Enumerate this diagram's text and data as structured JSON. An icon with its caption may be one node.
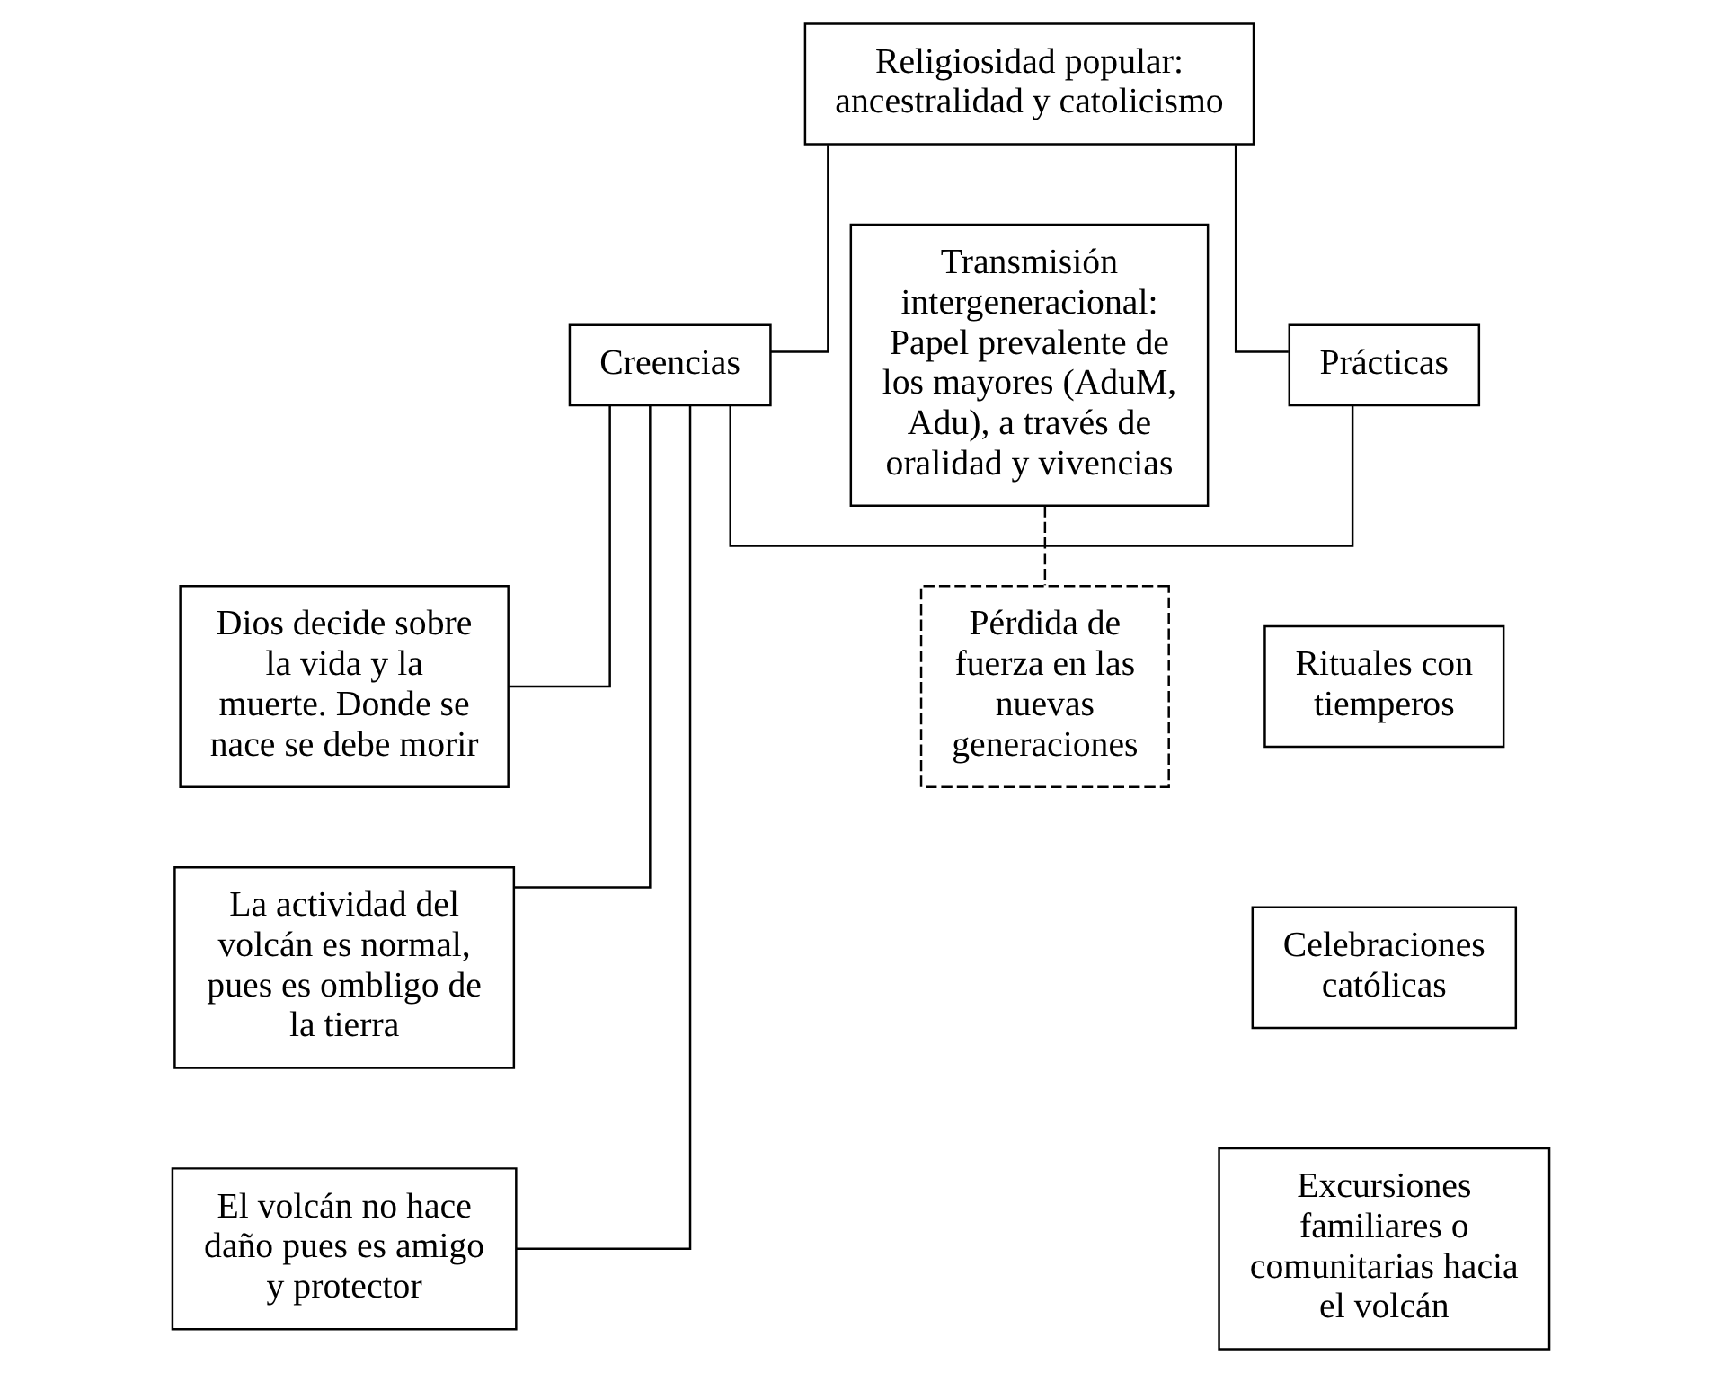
{
  "diagram": {
    "nodes": [
      {
        "text": [
          "Religiosidad popular: ancestralidad y catolicismo"
        ]
      },
      {
        "text": [
          "Creencias"
        ]
      },
      {
        "text": [
          "Transmisión intergeneracional: Papel prevalente de los mayores (AduM, Adu), a través de oralidad y vivencias"
        ]
      },
      {
        "text": [
          "Prácticas"
        ]
      },
      {
        "text": [
          "Dios decide sobre la vida y la muerte. Donde se nace se debe morir"
        ]
      },
      {
        "text": [
          "La actividad del volcán es normal, pues es ombligo de la tierra"
        ]
      },
      {
        "text": [
          "El volcán no hace daño pues es amigo y protector"
        ]
      },
      {
        "text": [
          "Pérdida de fuerza en las nuevas generaciones"
        ]
      },
      {
        "text": [
          "Rituales con tiemperos"
        ]
      },
      {
        "text": [
          "Celebraciones católicas"
        ]
      },
      {
        "text": [
          "Excursiones familiares o comunitarias hacia el volcán"
        ]
      }
    ],
    "edges": [
      {
        "from": 0,
        "to": 1,
        "arrow": "none"
      },
      {
        "from": 0,
        "to": 3,
        "arrow": "none"
      },
      {
        "from": 1,
        "to": 3,
        "arrow": "none"
      },
      {
        "from": 1,
        "to": 4,
        "arrow": "none"
      },
      {
        "from": 1,
        "to": 5,
        "arrow": "none"
      },
      {
        "from": 1,
        "to": 6,
        "arrow": "none"
      },
      {
        "from": 2,
        "to": 7,
        "arrow": "none",
        "style": "dashed"
      }
    ]
  }
}
